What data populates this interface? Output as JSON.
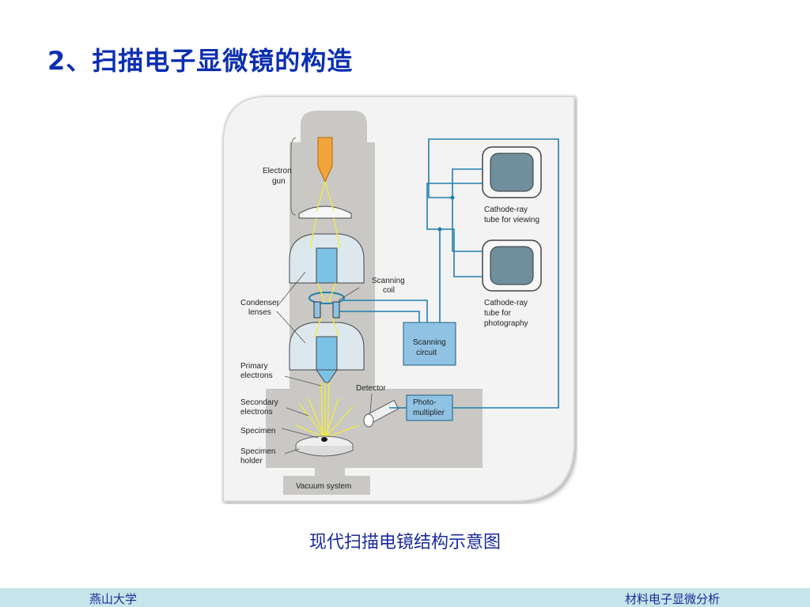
{
  "slide": {
    "title": "2、扫描电子显微镜的构造",
    "caption": "现代扫描电镜结构示意图"
  },
  "diagram": {
    "labels": {
      "electron_gun_1": "Electron",
      "electron_gun_2": "gun",
      "scanning_coil_1": "Scanning",
      "scanning_coil_2": "coil",
      "condenser_1": "Condenser",
      "condenser_2": "lenses",
      "primary_1": "Primary",
      "primary_2": "electrons",
      "secondary_1": "Secondary",
      "secondary_2": "electrons",
      "specimen": "Specimen",
      "holder_1": "Specimen",
      "holder_2": "holder",
      "vacuum": "Vacuum system",
      "detector": "Detector",
      "photomultiplier_1": "Photo-",
      "photomultiplier_2": "multiplier",
      "scanning_circuit_1": "Scanning",
      "scanning_circuit_2": "circuit",
      "crt_viewing_1": "Cathode-ray",
      "crt_viewing_2": "tube for viewing",
      "crt_photo_1": "Cathode-ray",
      "crt_photo_2": "tube for",
      "crt_photo_3": "photography"
    },
    "colors": {
      "column": "#c9c8c4",
      "lens": "#dde7ee",
      "beam": "#f2ee3c",
      "wire": "#1f7fae",
      "gun": "#f2a33a",
      "circuit_box": "#8fc2e3",
      "screen": "#6f8f9d"
    }
  },
  "footer": {
    "left": "燕山大学",
    "right": "材料电子显微分析"
  }
}
